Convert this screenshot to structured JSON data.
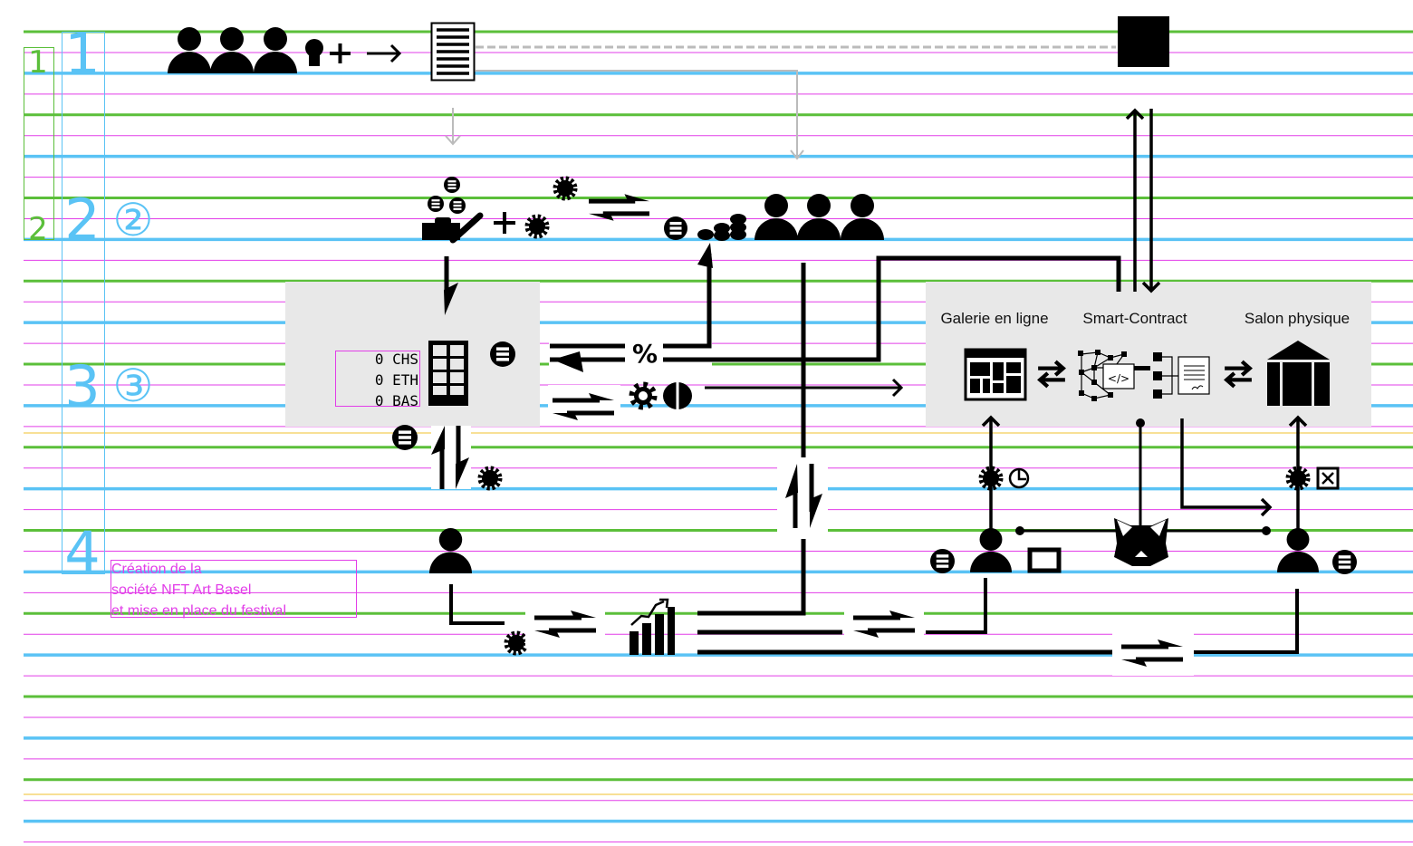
{
  "colors": {
    "grid_major_green": "#5bbf3a",
    "grid_major_blue": "#5ac3f5",
    "grid_minor": "#e23de8",
    "grid_accent": "#f2c12e",
    "step_blue": "#5ac3f5",
    "step_green": "#5bbf3a",
    "caption": "#e23de8",
    "panel": "#e8e8e8",
    "ink": "#000000",
    "connector_grey": "#bbbbbb"
  },
  "steps": {
    "small": [
      "1",
      "2"
    ],
    "large": [
      "1",
      "2",
      "3",
      "4"
    ],
    "circled": [
      "②",
      "③"
    ]
  },
  "wallet": {
    "balances": [
      "0 CHS",
      "0 ETH",
      "0 BAS"
    ]
  },
  "fee_symbol": "%",
  "platform": {
    "labels": [
      "Galerie en ligne",
      "Smart-Contract",
      "Salon physique"
    ]
  },
  "code_glyph": "</>",
  "caption": {
    "lines": [
      "Création de la",
      "société NFT Art Basel",
      "et mise en place du festival"
    ]
  }
}
